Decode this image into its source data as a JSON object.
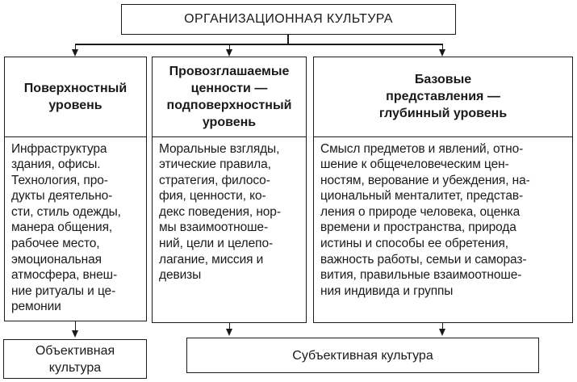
{
  "diagram": {
    "root": {
      "title": "ОРГАНИЗАЦИОННАЯ КУЛЬТУРА"
    },
    "levels": [
      {
        "header": "Поверхностный\nуровень",
        "body": "Инфраструктура\nздания, офисы.\nТехнология, про-\nдукты деятельно-\nсти, стиль одежды,\nманера общения,\nрабочее место,\nэмоциональная\nатмосфера, внеш-\nние ритуалы и це-\nремонии"
      },
      {
        "header": "Провозглашаемые\nценности —\nподповерхностный\nуровень",
        "body": "Моральные взгляды,\nэтические правила,\nстратегия, филосо-\nфия, ценности, ко-\nдекс поведения, нор-\nмы взаимоотноше-\nний, цели и целепо-\nлагание, миссия и\nдевизы"
      },
      {
        "header": "Базовые\nпредставления —\nглубинный уровень",
        "body": "Смысл предметов и явлений, отно-\nшение к общечеловеческим цен-\nностям, верование и убеждения, на-\nциональный менталитет, представ-\nления о природе человека, оценка\nвремени и пространства, природа\nистины и способы ее обретения,\nважность работы, семьи и самораз-\nвития, правильные взаимоотноше-\nния индивида и группы"
      }
    ],
    "outcomes": [
      {
        "label": "Объективная\nкультура"
      },
      {
        "label": "Субъективная культура"
      }
    ],
    "colors": {
      "background": "#ffffff",
      "line": "#1a1a1a",
      "text": "#1a1a1a"
    }
  }
}
